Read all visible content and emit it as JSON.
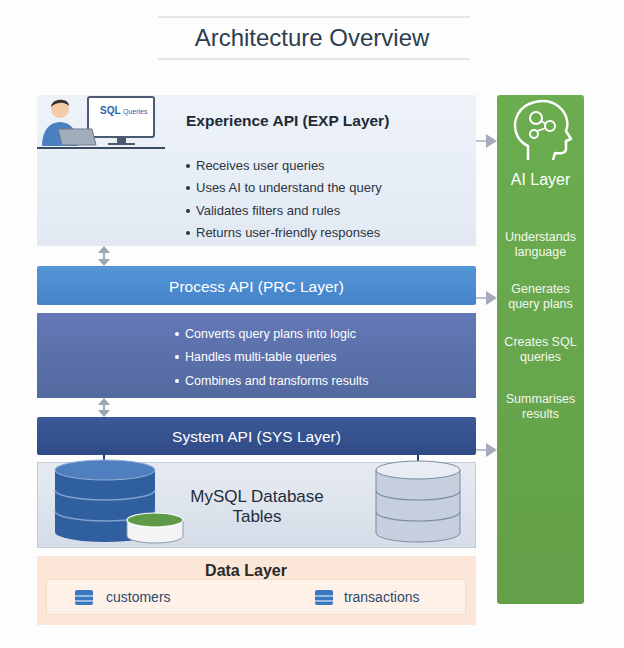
{
  "diagram": {
    "title": "Architecture Overview",
    "nodes": [
      {
        "text": [
          "Experience API (EXP Layer)",
          "Receives user queries",
          "Uses AI to understand the query",
          "Validates filters and rules",
          "Returns user-friendly responses"
        ]
      },
      {
        "text": [
          "Process API (PRC Layer)"
        ]
      },
      {
        "text": [
          "Converts query plans into logic",
          "Handles multi-table queries",
          "Combines and transforms results"
        ]
      },
      {
        "text": [
          "System API (SYS Layer)"
        ]
      },
      {
        "text": [
          "MySQL Database Tables"
        ]
      },
      {
        "text": [
          "Data Layer"
        ]
      },
      {
        "text": [
          "customers",
          "transactions"
        ],
        "in": 5
      },
      {
        "text": [
          "AI Layer",
          "Understands language",
          "Generates query plans",
          "Creates SQL queries",
          "Summarises results"
        ]
      }
    ],
    "edges": [
      {
        "from": 0,
        "to": 1,
        "arrow": "both"
      },
      {
        "from": 2,
        "to": 3,
        "arrow": "both"
      },
      {
        "from": 0,
        "to": 7,
        "arrow": "to"
      },
      {
        "from": 1,
        "to": 7,
        "arrow": "to"
      },
      {
        "from": 3,
        "to": 7,
        "arrow": "to"
      }
    ],
    "labels": [
      "SQL",
      "Queries"
    ]
  }
}
